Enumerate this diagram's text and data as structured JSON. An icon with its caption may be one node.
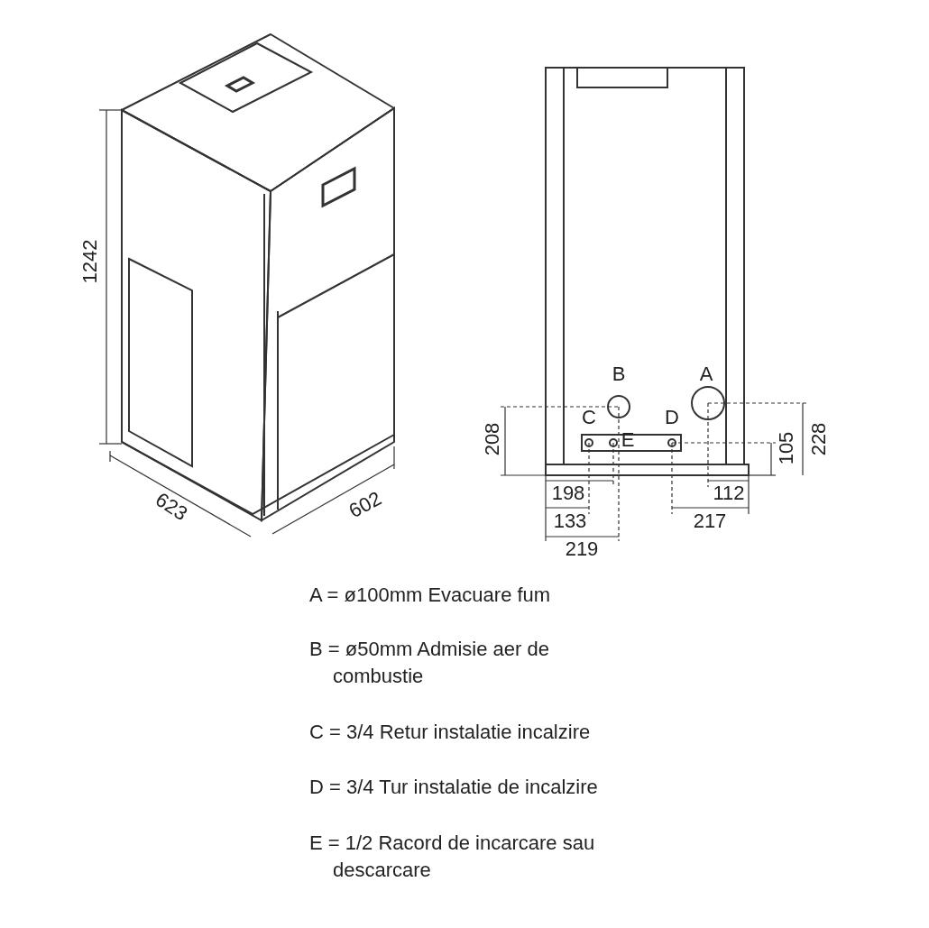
{
  "diagram": {
    "labels": [
      "1242",
      "B",
      "A",
      "C",
      "E",
      "D",
      "208",
      "105",
      "228",
      "198",
      "112",
      "133",
      "217",
      "219",
      "623",
      "602",
      "A = ø100mm Evacuare fum",
      "B = ø50mm Admisie aer de combustie",
      "C = 3/4 Retur instalatie incalzire",
      "D = 3/4 Tur instalatie de incalzire",
      "E = 1/2 Racord de incarcare sau descarcare"
    ]
  }
}
